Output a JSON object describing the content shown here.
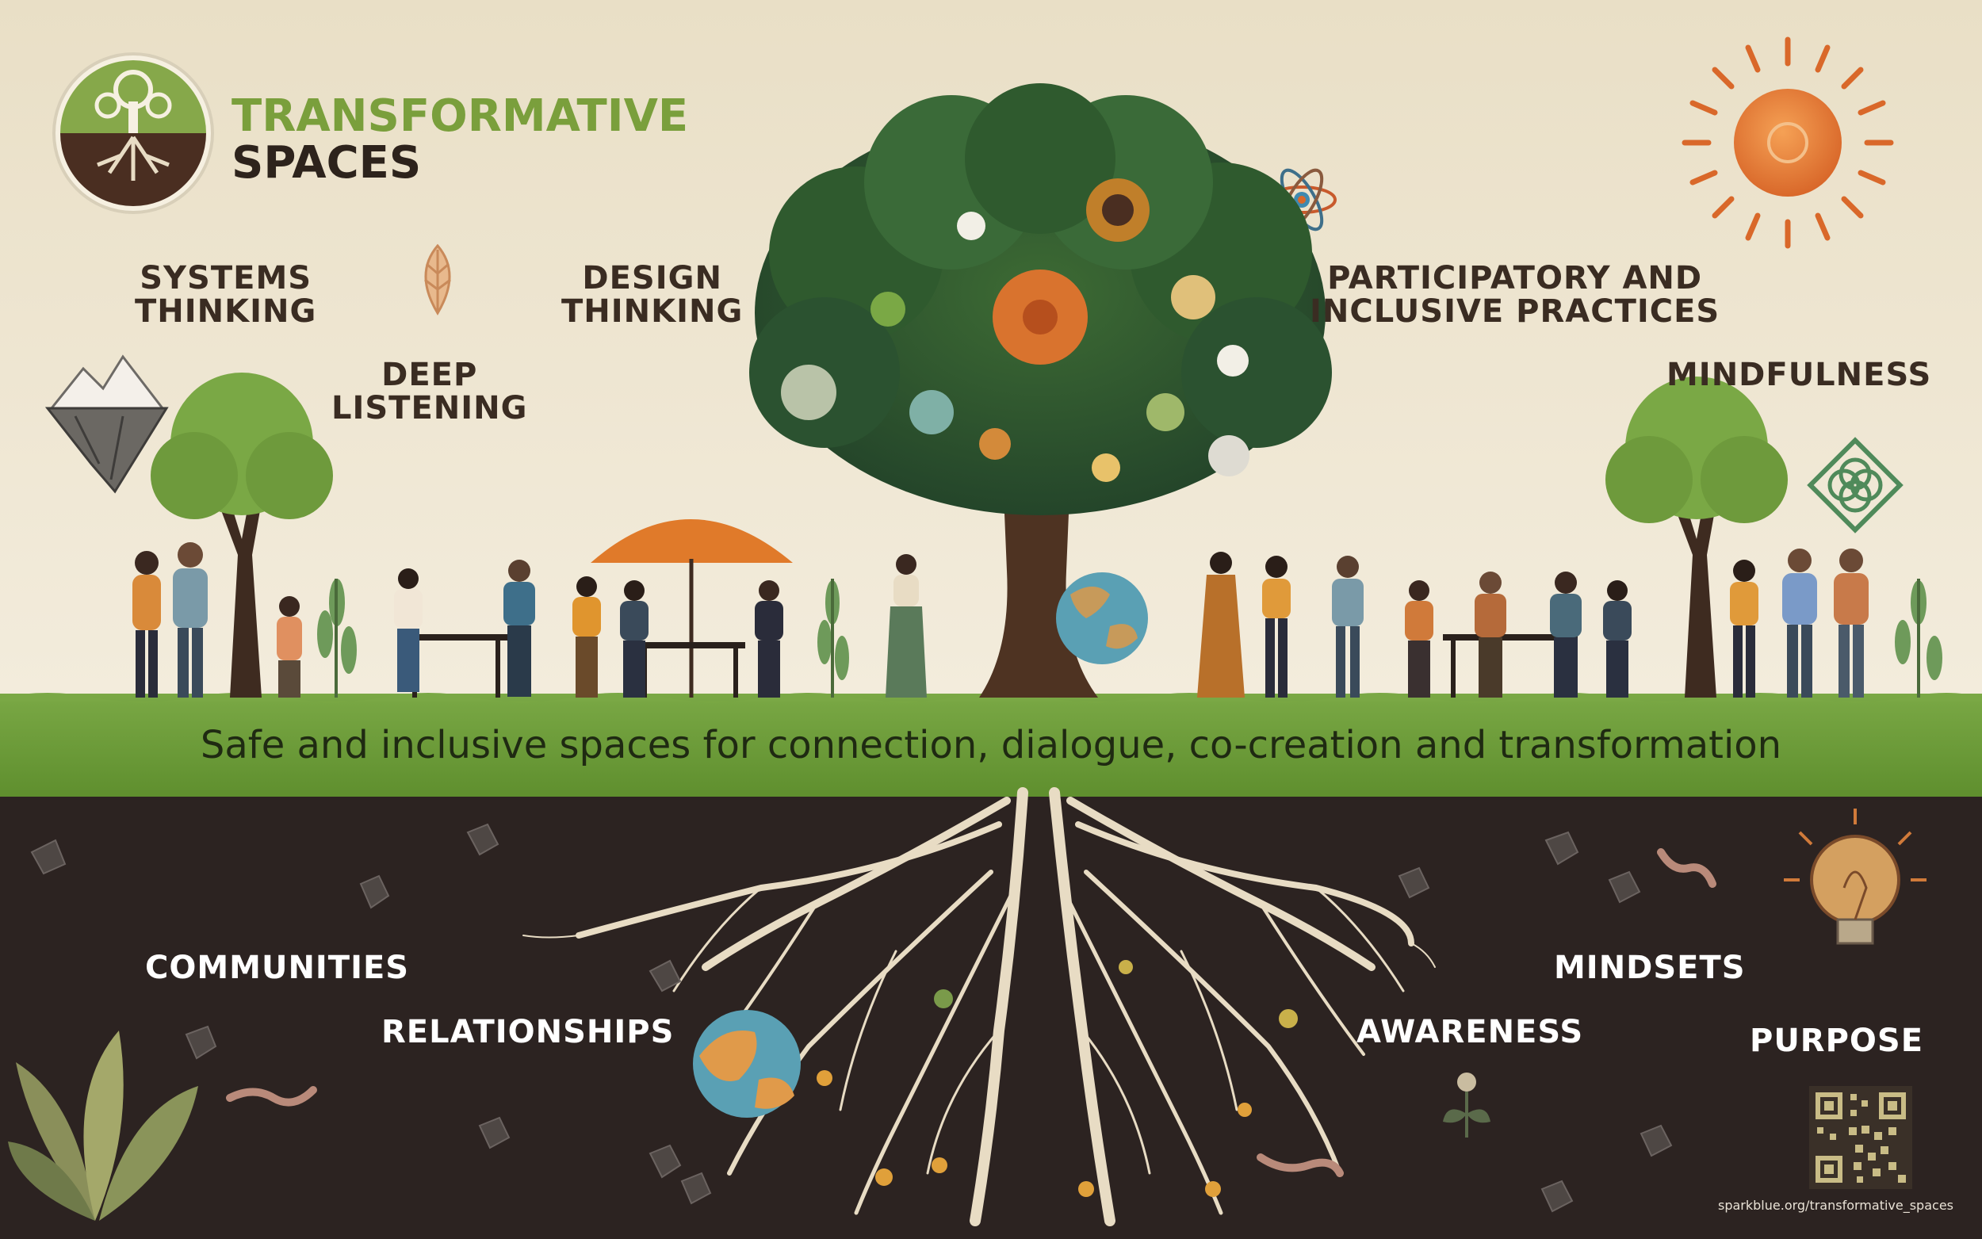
{
  "brand": {
    "line1": "TRANSFORMATIVE",
    "line2": "SPACES"
  },
  "labels_above": {
    "systems_thinking": [
      "SYSTEMS",
      "THINKING"
    ],
    "design_thinking": [
      "DESIGN",
      "THINKING"
    ],
    "deep_listening": [
      "DEEP",
      "LISTENING"
    ],
    "participatory": [
      "PARTICIPATORY AND",
      "INCLUSIVE PRACTICES"
    ],
    "mindfulness": "MINDFULNESS"
  },
  "tagline": "Safe and inclusive spaces for connection, dialogue, co-creation and transformation",
  "labels_below": {
    "communities": "COMMUNITIES",
    "relationships": "RELATIONSHIPS",
    "awareness": "AWARENESS",
    "mindsets": "MINDSETS",
    "purpose": "PURPOSE"
  },
  "url": "sparkblue.org/transformative_spaces",
  "colors": {
    "sky": "#efe6d2",
    "grass": "#6a9a36",
    "soil": "#2c2321",
    "brand_green": "#7a9f3c",
    "dark_text": "#3a2c22",
    "sun": "#e07a2a",
    "roots": "#e8dcc4"
  },
  "icons": [
    "logo-tree-icon",
    "leaf-icon",
    "mountain-island-icon",
    "atom-icon",
    "sun-icon",
    "knot-icon",
    "lightbulb-icon",
    "qr-code-icon",
    "globe-icon",
    "worm-icon",
    "plant-icon"
  ]
}
